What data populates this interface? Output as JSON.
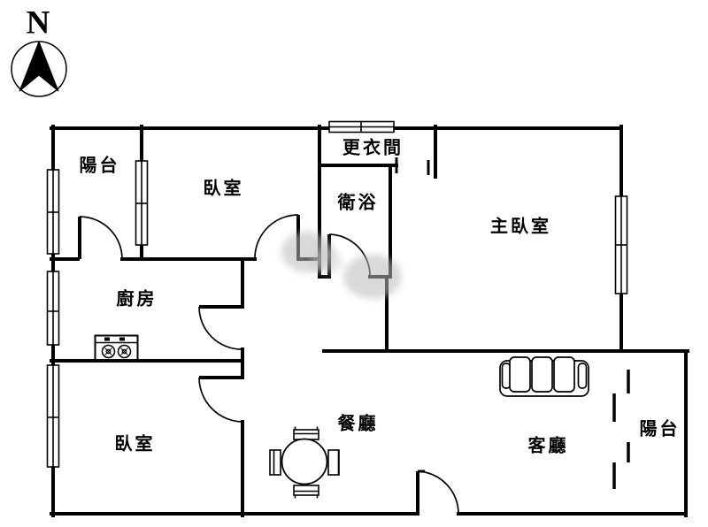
{
  "compass": {
    "label": "N"
  },
  "rooms": [
    {
      "id": "balcony-top",
      "label": "陽台"
    },
    {
      "id": "bedroom-top",
      "label": "臥室"
    },
    {
      "id": "dressing-room",
      "label": "更衣間"
    },
    {
      "id": "bathroom",
      "label": "衛浴"
    },
    {
      "id": "master-bedroom",
      "label": "主臥室"
    },
    {
      "id": "kitchen",
      "label": "廚房"
    },
    {
      "id": "bedroom-bottom",
      "label": "臥室"
    },
    {
      "id": "dining-room",
      "label": "餐廳"
    },
    {
      "id": "living-room",
      "label": "客廳"
    },
    {
      "id": "balcony-right",
      "label": "陽台"
    }
  ],
  "colors": {
    "wall": "#000000",
    "background": "#ffffff",
    "watermark": "#bdbdbd"
  }
}
